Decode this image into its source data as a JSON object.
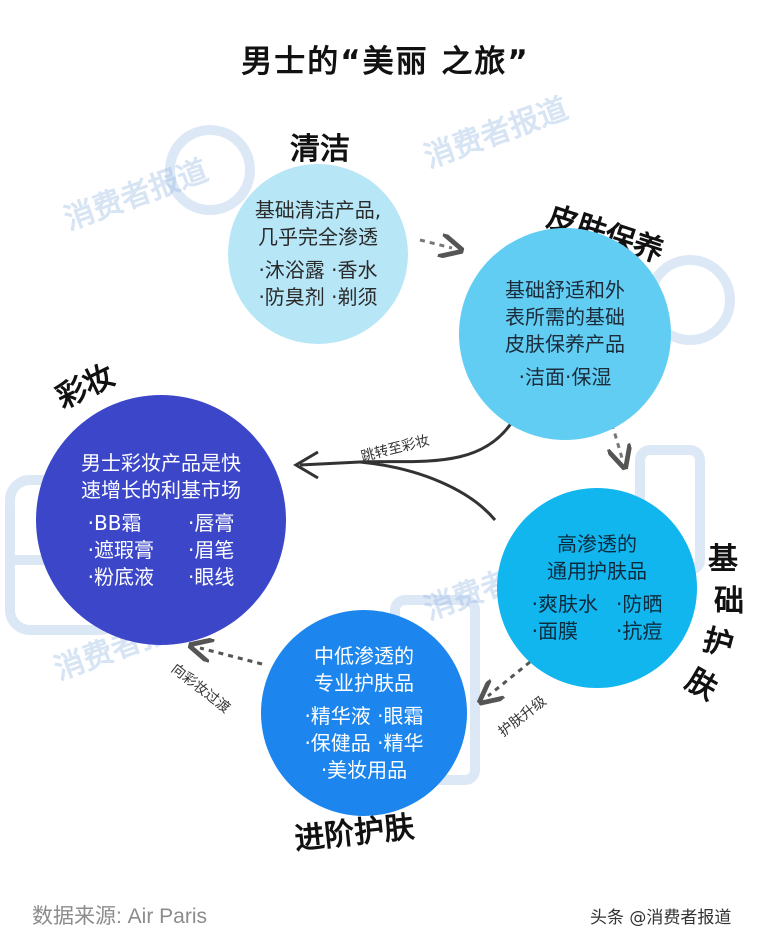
{
  "title": "男士的“美丽 之旅”",
  "stages": {
    "cleaning": {
      "name": "清洁",
      "desc": [
        "基础清洁产品,",
        "几乎完全渗透"
      ],
      "items": [
        "·沐浴露 ·香水",
        "·防臭剂 ·剃须"
      ]
    },
    "skincare": {
      "name": "皮肤保养",
      "desc": [
        "基础舒适和外",
        "表所需的基础",
        "皮肤保养产品"
      ],
      "items": [
        "·洁面·保湿"
      ]
    },
    "basic": {
      "name_chars": [
        "基",
        "础",
        "护",
        "肤"
      ],
      "desc": [
        "高渗透的",
        "通用护肤品"
      ],
      "items": [
        "·爽肤水",
        "·防晒",
        "·面膜",
        "·抗痘"
      ]
    },
    "advanced": {
      "name": "进阶护肤",
      "desc": [
        "中低渗透的",
        "专业护肤品"
      ],
      "items": [
        "·精华液 ·眼霜",
        "·保健品 ·精华",
        "·美妆用品"
      ]
    },
    "makeup": {
      "name": "彩妆",
      "desc": [
        "男士彩妆产品是快",
        "速增长的利基市场"
      ],
      "items": [
        "·BB霜",
        "·唇膏",
        "·遮瑕膏",
        "·眉笔",
        "·粉底液",
        "·眼线"
      ]
    }
  },
  "arrows": {
    "to_makeup": "跳转至彩妆",
    "upgrade": "护肤升级",
    "transition": "向彩妆过渡"
  },
  "watermark": "消费者报道",
  "source": "数据来源: Air Paris",
  "credit": "头条 @消费者报道",
  "colors": {
    "cleaning": "#b7e6f7",
    "skincare": "#62cdf2",
    "basic": "#12b6ee",
    "advanced": "#1c86ee",
    "makeup": "#3b47c8"
  }
}
